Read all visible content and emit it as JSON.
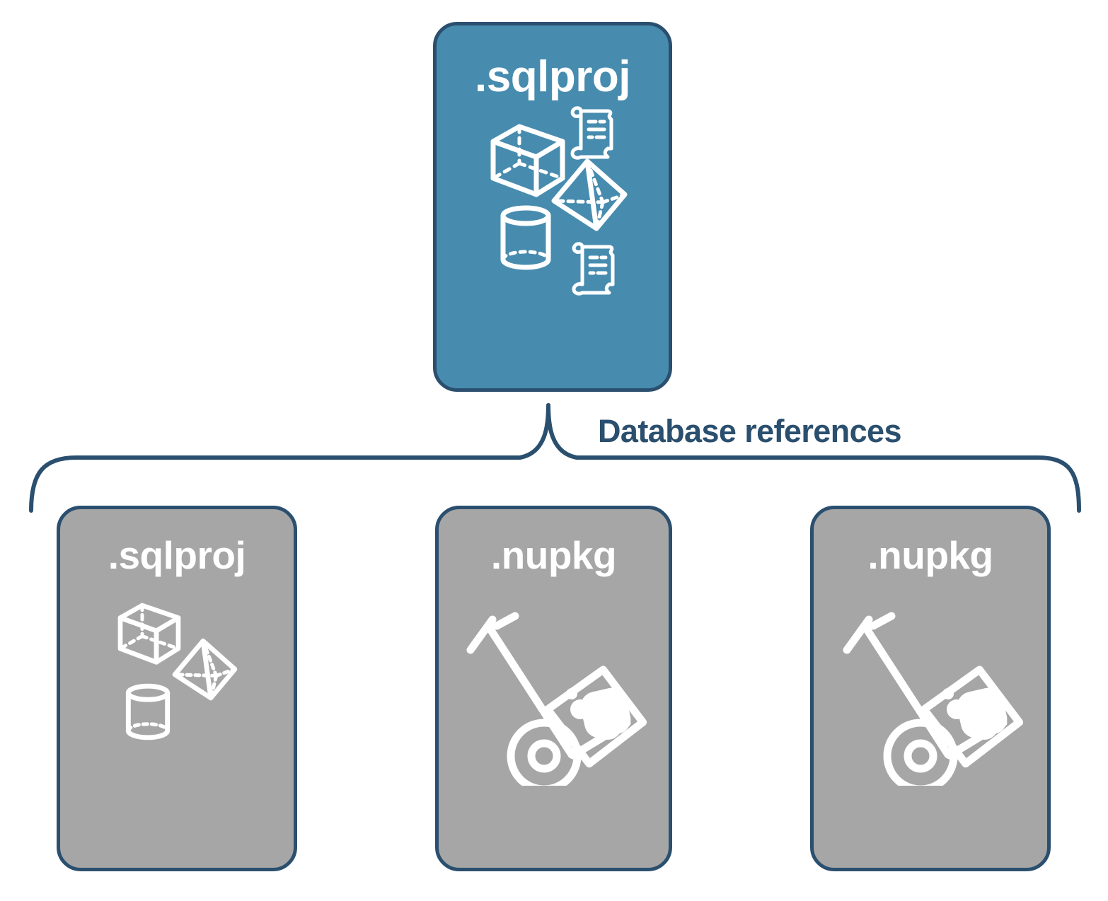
{
  "diagram": {
    "type": "hierarchy-tree",
    "title_text": "Database references",
    "colors": {
      "primary_fill": "#478caf",
      "secondary_fill": "#a6a6a6",
      "stroke": "#2b4f6e",
      "label_text": "#2b4f6e",
      "icon_fill": "#ffffff",
      "background": "#ffffff"
    },
    "edge": {
      "label": "Database references",
      "style": "curly-brace",
      "from": "root-node",
      "to": [
        "child-node-1",
        "child-node-2",
        "child-node-3"
      ]
    },
    "root": {
      "id": "root-node",
      "label": ".sqlproj",
      "variant": "primary",
      "icons": [
        "cube-icon",
        "scroll-icon",
        "pyramid-icon",
        "cylinder-icon",
        "scroll-icon"
      ]
    },
    "children": [
      {
        "id": "child-node-1",
        "label": ".sqlproj",
        "variant": "secondary",
        "icons": [
          "cube-icon",
          "pyramid-icon",
          "cylinder-icon"
        ]
      },
      {
        "id": "child-node-2",
        "label": ".nupkg",
        "variant": "secondary",
        "icons": [
          "hand-truck-icon",
          "nuget-package-icon"
        ]
      },
      {
        "id": "child-node-3",
        "label": ".nupkg",
        "variant": "secondary",
        "icons": [
          "hand-truck-icon",
          "nuget-package-icon"
        ]
      }
    ]
  }
}
